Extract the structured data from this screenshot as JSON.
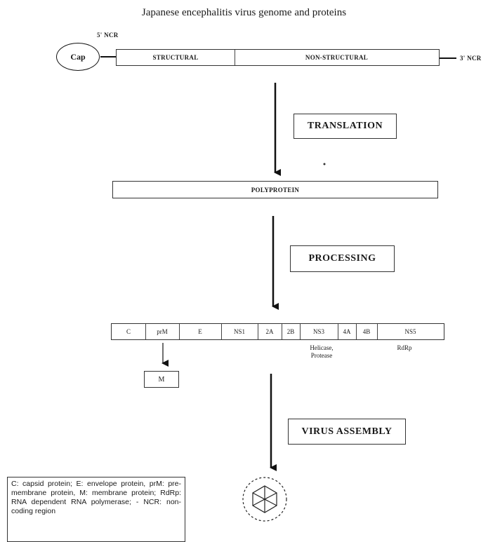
{
  "title": "Japanese encephalitis virus genome and proteins",
  "genome": {
    "cap": "Cap",
    "ncr5": "5' NCR",
    "ncr3": "3' NCR",
    "structural": "STRUCTURAL",
    "nonstructural": "NON-STRUCTURAL"
  },
  "steps": {
    "translation": "TRANSLATION",
    "processing": "PROCESSING",
    "assembly": "VIRUS ASSEMBLY"
  },
  "polyprotein": "POLYPROTEIN",
  "proteins": [
    "C",
    "prM",
    "E",
    "NS1",
    "2A",
    "2B",
    "NS3",
    "4A",
    "4B",
    "NS5"
  ],
  "mature": "M",
  "notes": {
    "ns3_line1": "Helicase,",
    "ns3_line2": "Protease",
    "ns5": "RdRp"
  },
  "legend": "C: capsid protein; E: envelope protein, prM: pre-membrane protein, M: membrane protein; RdRp: RNA dependent RNA polymerase; - NCR: non-coding region"
}
